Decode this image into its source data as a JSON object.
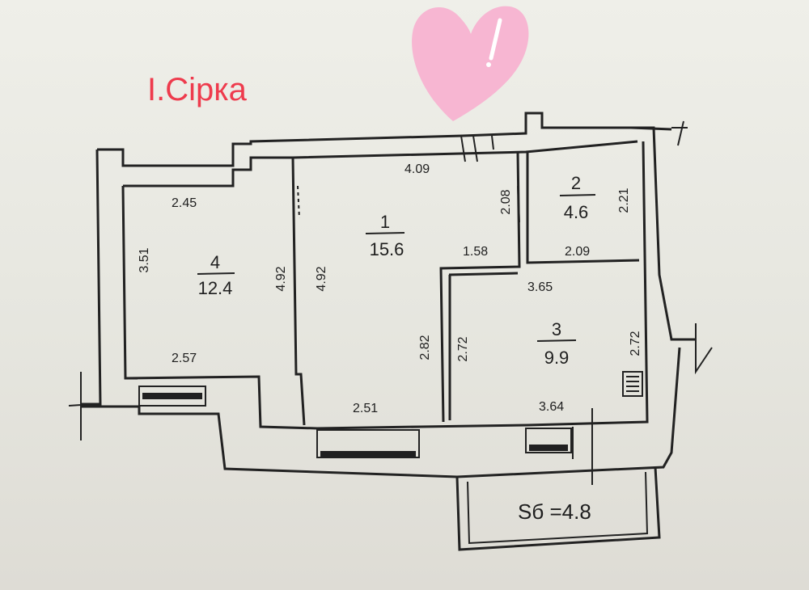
{
  "title": "І.Сірка",
  "colors": {
    "title": "#ee3b4d",
    "heart": "#f7b6d2",
    "lines": "#222222"
  },
  "icons": [
    "heart-sticker"
  ],
  "rooms": [
    {
      "number": "1",
      "area": "15.6"
    },
    {
      "number": "2",
      "area": "4.6"
    },
    {
      "number": "3",
      "area": "9.9"
    },
    {
      "number": "4",
      "area": "12.4"
    }
  ],
  "balcony": {
    "label": "Sб =4.8"
  },
  "dimensions": {
    "room4_top": "2.45",
    "room4_left": "3.51",
    "room4_right": "4.92",
    "room4_bottom": "2.57",
    "room1_left": "4.92",
    "room1_top": "4.09",
    "room1_right_upper": "2.08",
    "room1_step": "1.58",
    "room1_right_lower": "2.82",
    "room1_bottom": "2.51",
    "room2_right": "2.21",
    "room2_bottom": "2.09",
    "room3_top": "3.65",
    "room3_left": "2.72",
    "room3_right": "2.72",
    "room3_bottom": "3.64"
  }
}
